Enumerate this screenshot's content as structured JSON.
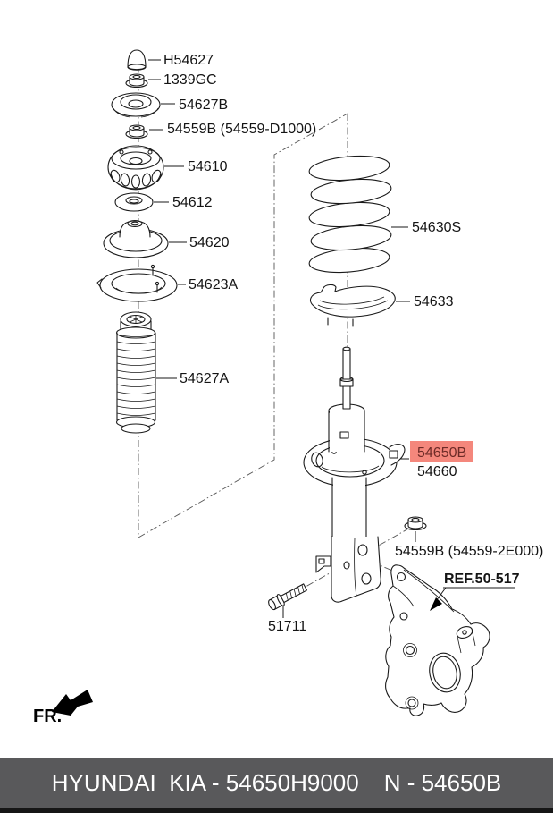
{
  "colors": {
    "highlight_bg": "#f4877c",
    "highlight_text": "#6e2b27",
    "line": "#1a1a1a",
    "footer_bg": "#59595b",
    "footer_text": "#ffffff"
  },
  "labels": {
    "h54627": "H54627",
    "n1339gc": "1339GC",
    "p54627b": "54627B",
    "p54559b_d1000": "54559B (54559-D1000)",
    "p54610": "54610",
    "p54612": "54612",
    "p54620": "54620",
    "p54623a": "54623A",
    "p54627a": "54627A",
    "p54630s": "54630S",
    "p54633": "54633",
    "p54650b": "54650B",
    "p54660": "54660",
    "p54559b_2e000": "54559B (54559-2E000)",
    "ref_50_517": "REF.50-517",
    "p51711": "51711"
  },
  "fr_indicator": {
    "label": "FR."
  },
  "footer": {
    "left": "HYUNDAI  KIA - 54650H9000",
    "right": "N - 54650B"
  }
}
